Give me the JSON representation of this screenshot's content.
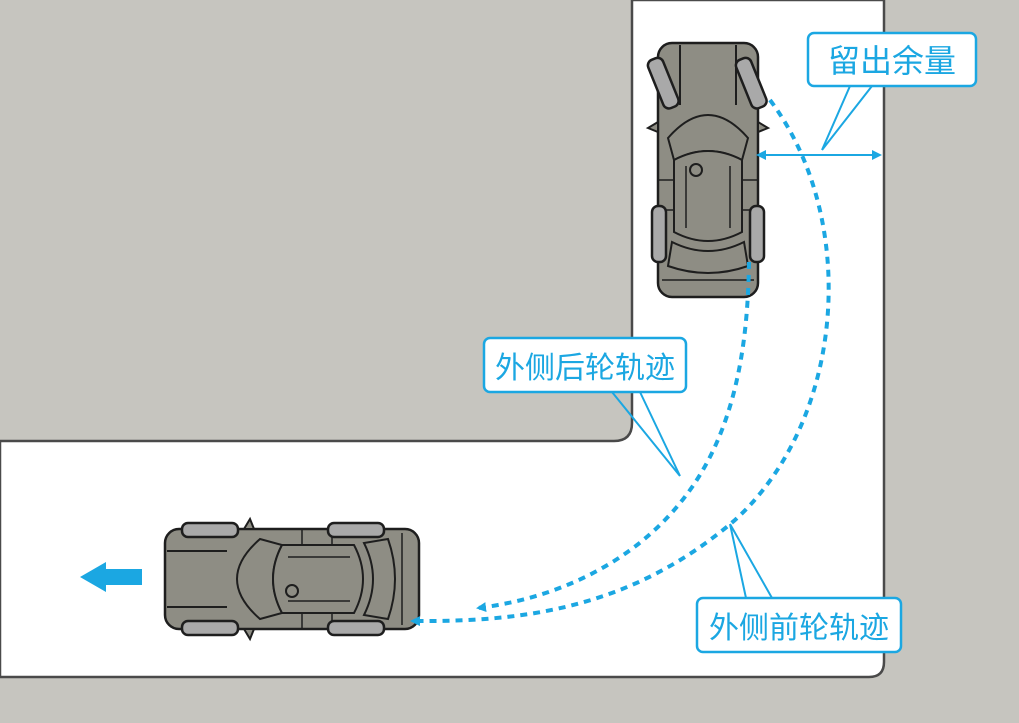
{
  "labels": {
    "clearance": "留出余量",
    "rear_wheel_path": "外侧后轮轨迹",
    "front_wheel_path": "外侧前轮轨迹"
  },
  "colors": {
    "ground": "#c6c5bf",
    "road": "#ffffff",
    "block_outline": "#4a4a4a",
    "car_body": "#8e8d84",
    "car_line": "#1e1e1e",
    "wheel": "#a9a9a9",
    "accent": "#1ba7e2"
  },
  "icons": {
    "direction_arrow": "arrow-left-icon"
  }
}
